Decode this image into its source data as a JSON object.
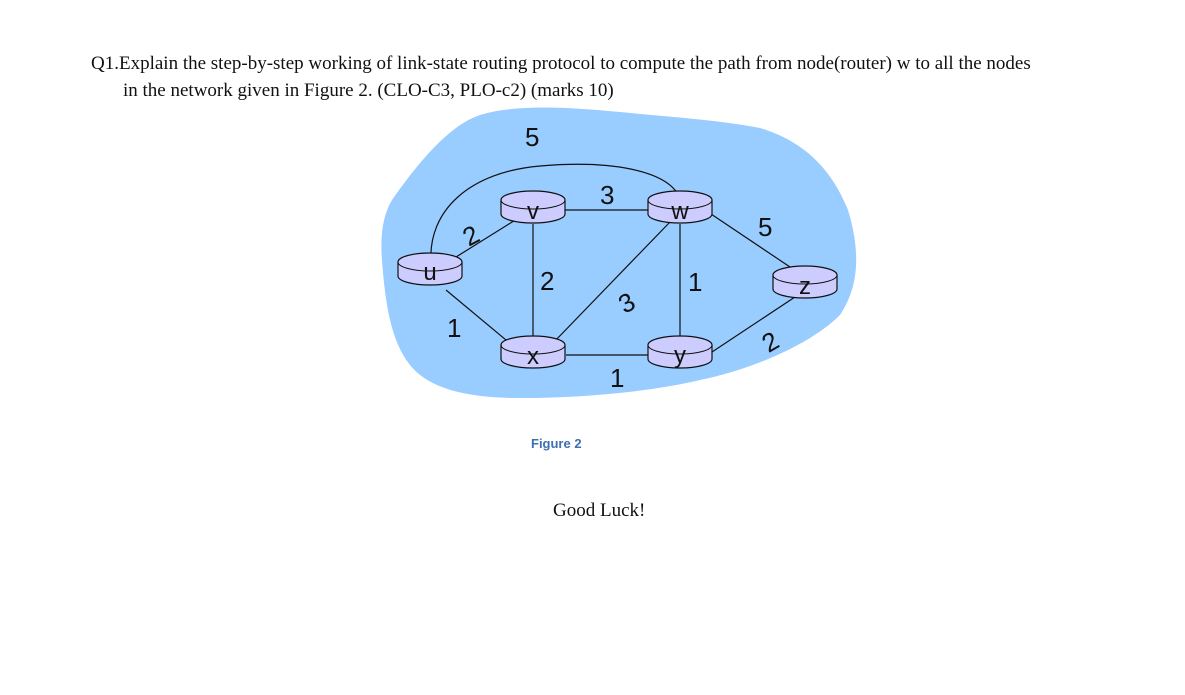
{
  "question": {
    "line1": "Q1.Explain the step-by-step working of link-state routing protocol to compute the path from node(router) w to all the nodes",
    "line2": "in the network given in Figure 2. (CLO-C3, PLO-c2) (marks 10)"
  },
  "figure": {
    "caption": "Figure 2",
    "cloud_color": "#99ccff",
    "router_color": "#ccccff",
    "nodes": [
      "u",
      "v",
      "w",
      "x",
      "y",
      "z"
    ],
    "edges": [
      {
        "from": "u",
        "to": "v",
        "cost": "2"
      },
      {
        "from": "u",
        "to": "w",
        "cost": "5"
      },
      {
        "from": "u",
        "to": "x",
        "cost": "1"
      },
      {
        "from": "v",
        "to": "w",
        "cost": "3"
      },
      {
        "from": "v",
        "to": "x",
        "cost": "2"
      },
      {
        "from": "w",
        "to": "x",
        "cost": "3"
      },
      {
        "from": "w",
        "to": "y",
        "cost": "1"
      },
      {
        "from": "w",
        "to": "z",
        "cost": "5"
      },
      {
        "from": "x",
        "to": "y",
        "cost": "1"
      },
      {
        "from": "y",
        "to": "z",
        "cost": "2"
      }
    ]
  },
  "closing": "Good Luck!"
}
